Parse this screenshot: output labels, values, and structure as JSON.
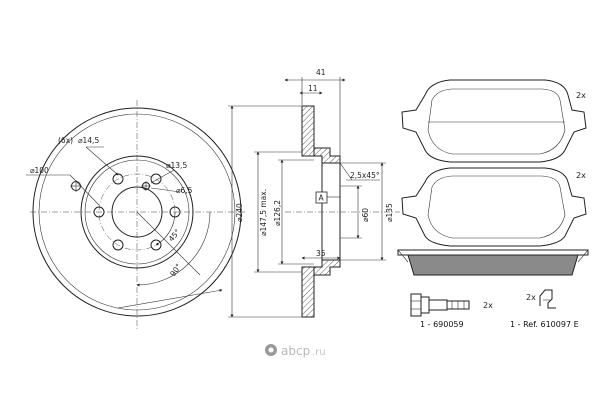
{
  "disc_front": {
    "holes_label": "(6x)",
    "hole_dia": "⌀14,5",
    "pcd": "⌀100",
    "bolt_hole": "⌀13,5",
    "small_hole": "⌀6,5",
    "angle_45": "45°",
    "angle_90": "90°"
  },
  "disc_section": {
    "total_height": "41",
    "hat_height": "11",
    "outer_dia": "⌀240",
    "max_dia": "⌀147,5 max.",
    "hub_dia": "⌀126,2",
    "chamfer": "2,5x45°",
    "datum": "A",
    "center_bore": "⌀60",
    "hat_dia": "⌀135",
    "hat_depth": "35"
  },
  "pads": {
    "top_qty": "2x",
    "bottom_qty": "2x"
  },
  "accessories": {
    "bolt_qty": "2x",
    "bolt_ref": "1 - 690059",
    "clip_qty": "2x",
    "clip_ref": "1 - Ref. 610097 E"
  },
  "watermark": {
    "brand": "abcp",
    "domain": ".ru"
  }
}
